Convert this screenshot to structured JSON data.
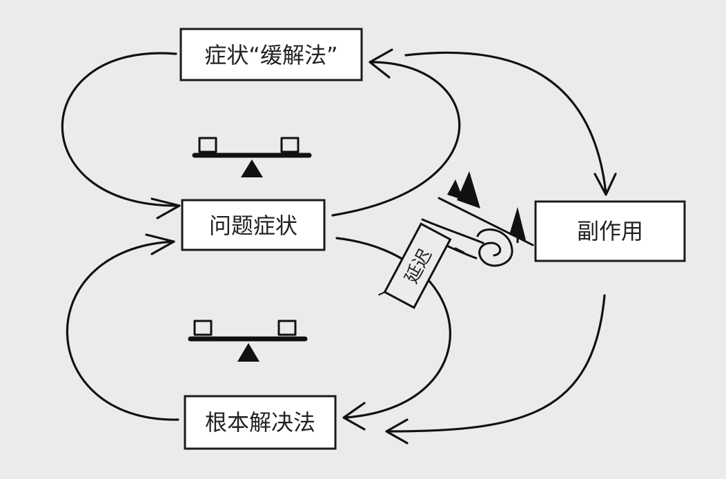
{
  "nodes": {
    "symptomatic_fix": "症状“缓解法”",
    "problem_symptom": "问题症状",
    "fundamental_solution": "根本解决法",
    "side_effect": "副作用"
  },
  "delay_label": "延迟",
  "icons": {
    "balance_top": "balancing-loop-seesaw",
    "balance_bottom": "balancing-loop-seesaw",
    "delay_sign": "roadside-sign-with-trees"
  }
}
